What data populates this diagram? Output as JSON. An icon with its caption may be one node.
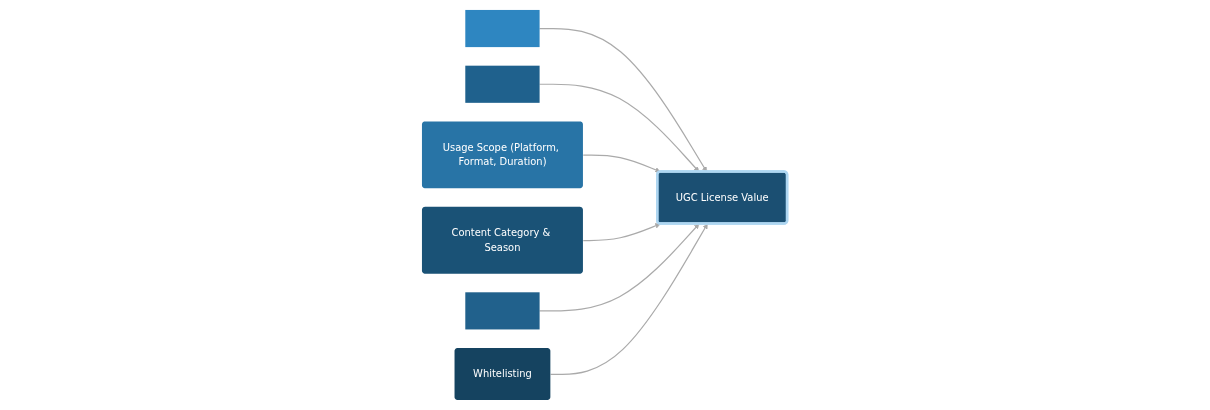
{
  "diagram": {
    "nodes": [
      {
        "text": [],
        "shape": "box"
      },
      {
        "text": [],
        "shape": "box"
      },
      {
        "text": [
          "Usage Scope (Platform, Format, Duration)"
        ]
      },
      {
        "text": [
          "UGC License Value"
        ]
      },
      {
        "text": [
          "Content Category & Season"
        ]
      },
      {
        "text": [],
        "shape": "box"
      },
      {
        "text": [
          "Whitelisting"
        ]
      }
    ],
    "edges": [
      {
        "from": 0,
        "to": 3,
        "arrow": "to"
      },
      {
        "from": 1,
        "to": 3,
        "arrow": "to"
      },
      {
        "from": 2,
        "to": 3,
        "arrow": "to"
      },
      {
        "from": 4,
        "to": 3,
        "arrow": "to"
      },
      {
        "from": 5,
        "to": 3,
        "arrow": "to"
      },
      {
        "from": 6,
        "to": 3,
        "arrow": "to"
      }
    ]
  }
}
